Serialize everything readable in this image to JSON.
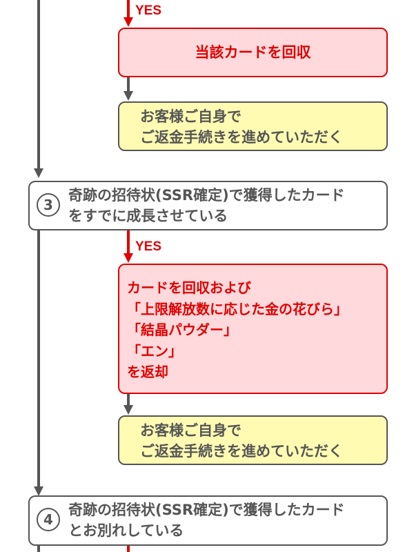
{
  "flow": {
    "yes_label": "YES",
    "branch2": {
      "action": "当該カードを回収",
      "followup": [
        "お客様ご自身で",
        "ご返金手続きを進めていただく"
      ]
    },
    "step3": {
      "number": "3",
      "lines": [
        "奇跡の招待状(SSR確定)で獲得したカード",
        "をすでに成長させている"
      ],
      "action": [
        "カードを回収および",
        "「上限解放数に応じた金の花びら」",
        "「結晶パウダー」",
        "「エン」",
        "を返却"
      ],
      "followup": [
        "お客様ご自身で",
        "ご返金手続きを進めていただく"
      ]
    },
    "step4": {
      "number": "4",
      "lines": [
        "奇跡の招待状(SSR確定)で獲得したカード",
        "とお別れしている"
      ]
    }
  },
  "colors": {
    "red": "#e00000",
    "red_fill": "#ffd9dc",
    "yellow_fill": "#fffbb2",
    "gray": "#555555"
  }
}
